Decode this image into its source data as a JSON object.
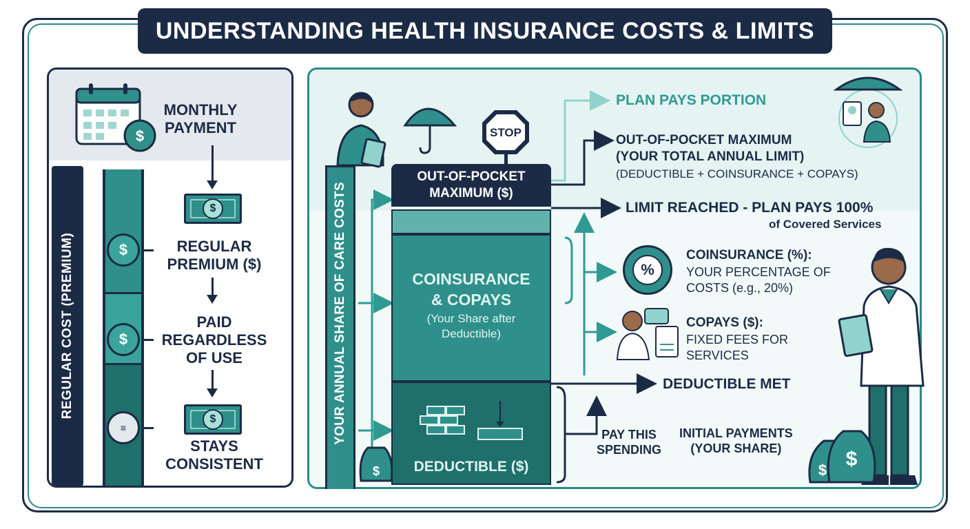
{
  "title": "UNDERSTANDING HEALTH INSURANCE COSTS & LIMITS",
  "left": {
    "vertical_label": "REGULAR COST (PREMIUM)",
    "monthly_payment": "MONTHLY\nPAYMENT",
    "regular_premium": "REGULAR\nPREMIUM ($)",
    "paid_regardless": "PAID\nREGARDLESS\nOF USE",
    "stays_consistent": "STAYS\nCONSISTENT",
    "dollar": "$"
  },
  "right": {
    "vertical_label": "YOUR ANNUAL SHARE OF CARE COSTS",
    "stop_sign": "STOP",
    "oop_block": "OUT-OF-POCKET\nMAXIMUM ($)",
    "coins_title": "COINSURANCE\n& COPAYS",
    "coins_sub": "(Your Share after\nDeductible)",
    "deductible_block": "DEDUCTIBLE ($)",
    "plan_pays": "PLAN PAYS PORTION",
    "oop_title": "OUT-OF-POCKET MAXIMUM\n(YOUR TOTAL ANNUAL LIMIT)",
    "oop_sub": "(DEDUCTIBLE + COINSURANCE + COPAYS)",
    "limit_title": "LIMIT REACHED - PLAN PAYS 100%",
    "limit_sub": "of Covered Services",
    "coins_label": "COINSURANCE (%):",
    "coins_desc": "YOUR PERCENTAGE OF\nCOSTS (e.g., 20%)",
    "percent": "%",
    "copays_label": "COPAYS ($):",
    "copays_desc": "FIXED FEES FOR\nSERVICES",
    "deductible_met": "DEDUCTIBLE MET",
    "pay_this": "PAY THIS\nSPENDING",
    "initial_payments": "INITIAL PAYMENTS\n(YOUR SHARE)",
    "dollar": "$"
  },
  "colors": {
    "navy": "#1c2b45",
    "teal": "#2f8f8a",
    "light_teal": "#e5f4f2",
    "accent_teal": "#2f9a93"
  }
}
